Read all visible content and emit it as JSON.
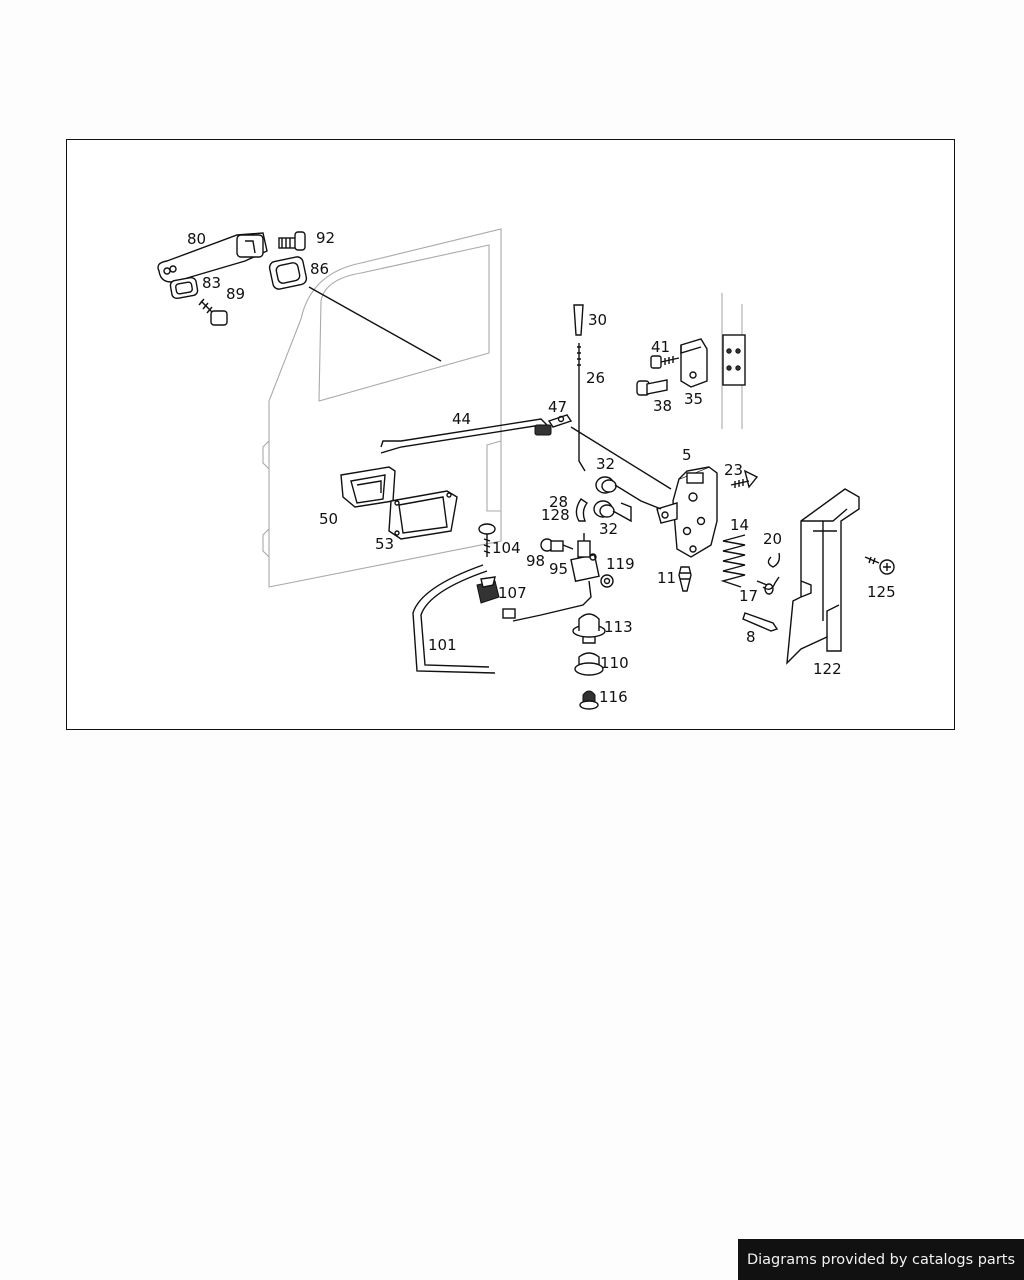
{
  "diagram": {
    "part_labels": [
      "80",
      "92",
      "83",
      "86",
      "89",
      "30",
      "26",
      "41",
      "35",
      "38",
      "44",
      "47",
      "5",
      "32",
      "23",
      "28",
      "128",
      "32",
      "14",
      "20",
      "50",
      "53",
      "104",
      "98",
      "95",
      "119",
      "11",
      "17",
      "125",
      "107",
      "113",
      "8",
      "122",
      "101",
      "110",
      "116"
    ]
  },
  "footer": {
    "text": "Diagrams provided by catalogs parts"
  },
  "colors": {
    "line": "#111111",
    "ghost": "#aaaaaa",
    "footer_bg": "#111111",
    "footer_text": "#f2f2f2"
  }
}
